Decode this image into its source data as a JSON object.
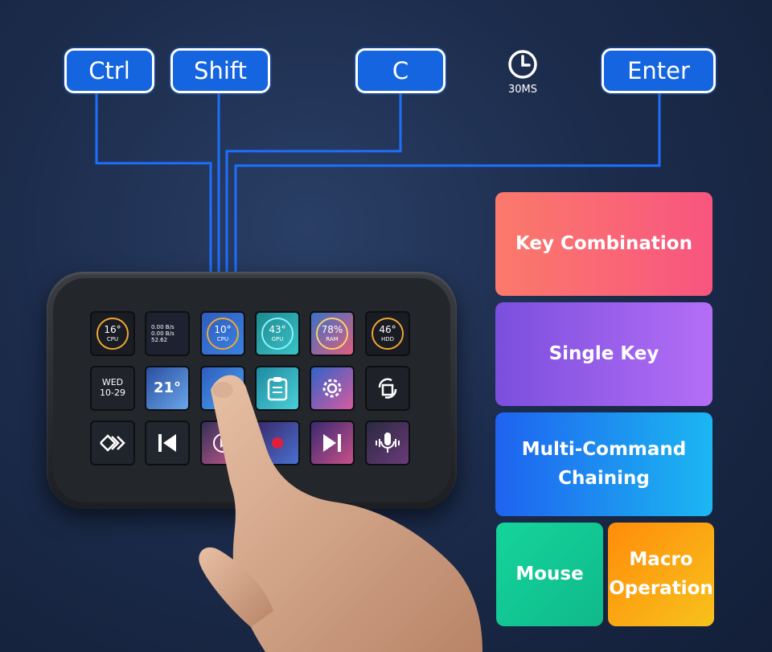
{
  "keys": [
    {
      "id": "ctrl",
      "label": "Ctrl"
    },
    {
      "id": "shift",
      "label": "Shift"
    },
    {
      "id": "c",
      "label": "C"
    },
    {
      "id": "enter",
      "label": "Enter"
    }
  ],
  "delay": {
    "icon": "clock-icon",
    "label": "30MS"
  },
  "deck": {
    "row1": [
      {
        "value": "16°",
        "sub": "CPU"
      },
      {
        "lines": [
          "0.00 B/s",
          "0.00 B/s",
          "52.62"
        ]
      },
      {
        "value": "10°",
        "sub": "CPU"
      },
      {
        "value": "43°",
        "sub": "GPU"
      },
      {
        "value": "78%",
        "sub": "RAM"
      },
      {
        "value": "46°",
        "sub": "HDD"
      }
    ],
    "row2": [
      {
        "day": "WED",
        "date": "10-29"
      },
      {
        "value": "21°"
      },
      {
        "icon": "pointer-key"
      },
      {
        "icon": "clipboard-icon"
      },
      {
        "icon": "gear-icon"
      },
      {
        "icon": "rotate-copy-icon"
      }
    ],
    "row3": [
      {
        "icon": "chevrons-right-icon"
      },
      {
        "icon": "skip-previous-icon"
      },
      {
        "icon": "play-icon"
      },
      {
        "icon": "record-icon"
      },
      {
        "icon": "skip-next-icon"
      },
      {
        "icon": "microphone-icon"
      }
    ]
  },
  "features": {
    "key_combination": "Key Combination",
    "single_key": "Single Key",
    "multi_command": [
      "Multi-Command",
      "Chaining"
    ],
    "mouse": "Mouse",
    "macro": [
      "Macro",
      "Operation"
    ]
  },
  "colors": {
    "keycap": "#1565e0",
    "wire": "#1f6fff",
    "key_combination": "#f8557f",
    "single_key": "#9b5ef0",
    "multi_command": "#1f8ff0",
    "mouse": "#15c994",
    "macro": "#fba315"
  }
}
